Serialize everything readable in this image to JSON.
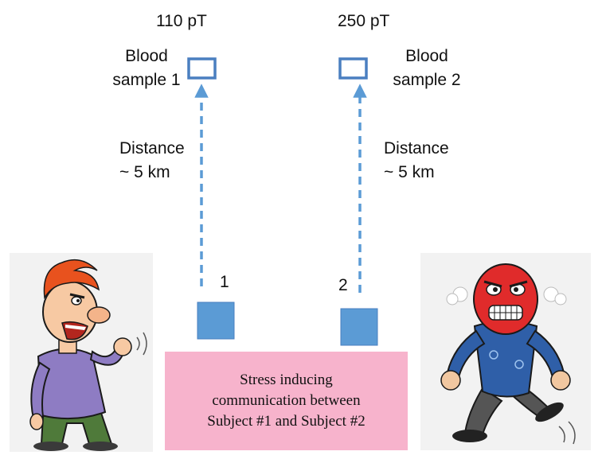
{
  "sample1": {
    "reading": "110 pT",
    "label_line1": "Blood",
    "label_line2": "sample 1"
  },
  "sample2": {
    "reading": "250 pT",
    "label_line1": "Blood",
    "label_line2": "sample 2"
  },
  "distance_left": {
    "line1": "Distance",
    "line2": "~ 5 km"
  },
  "distance_right": {
    "line1": "Distance",
    "line2": "~ 5 km"
  },
  "subject_markers": [
    "1",
    "2"
  ],
  "communication_box": {
    "line1": "Stress inducing",
    "line2": "communication between",
    "line3": "Subject #1 and Subject #2"
  },
  "colors": {
    "sample_outline": "#4a7fc0",
    "subject_square": "#5b9bd5",
    "arrow": "#5b9bd5",
    "communication_box": "#f7b3cc"
  },
  "icons": {
    "left_figure": "shouting-man-cartoon",
    "right_figure": "angry-man-cartoon"
  }
}
